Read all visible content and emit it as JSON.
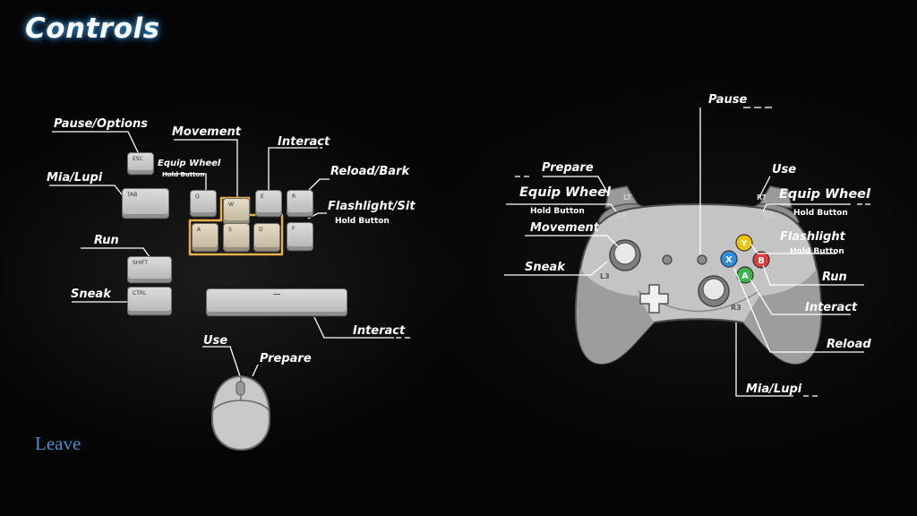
{
  "title": "Controls",
  "leave_label": "Leave",
  "keyboard": {
    "labels": {
      "pause": "Pause/Options",
      "movement": "Movement",
      "interact_top": "Interact",
      "equip_wheel": "Equip Wheel",
      "equip_hold": "Hold Button",
      "mia_lupi": "Mia/Lupi",
      "reload_bark": "Reload/Bark",
      "flashlight_sit": "Flashlight/Sit",
      "flashlight_hold": "Hold Button",
      "run": "Run",
      "sneak": "Sneak",
      "interact_space": "Interact",
      "use": "Use",
      "prepare": "Prepare"
    },
    "keys": {
      "esc": "ESC",
      "tab": "TAB",
      "q": "Q",
      "w": "W",
      "e": "E",
      "r": "R",
      "a": "A",
      "s": "S",
      "d": "D",
      "f": "F",
      "shift": "SHIFT",
      "ctrl": "CTRL"
    }
  },
  "controller": {
    "labels": {
      "pause": "Pause",
      "use": "Use",
      "prepare": "Prepare",
      "equip_wheel_left": "Equip Wheel",
      "equip_hold_left": "Hold Button",
      "equip_wheel_right": "Equip Wheel",
      "equip_hold_right": "Hold Button",
      "movement": "Movement",
      "sneak": "Sneak",
      "flashlight": "Flashlight",
      "flashlight_hold": "Hold Button",
      "run": "Run",
      "interact": "Interact",
      "reload": "Reload",
      "mia_lupi": "Mia/Lupi"
    },
    "glyphs": {
      "lt": "LT",
      "lb": "LB",
      "rt": "RT",
      "rb": "RB",
      "l3": "L3",
      "r3": "R3",
      "y": "Y",
      "x": "X",
      "b": "B",
      "a": "A"
    },
    "face_colors": {
      "y": "#f2c500",
      "x": "#2f8ee0",
      "b": "#e03a3a",
      "a": "#3cb44a"
    }
  },
  "colors": {
    "title_glow": "#3caaff",
    "leave_link": "#4a8fc9",
    "highlight_outline": "#e8b04a"
  }
}
